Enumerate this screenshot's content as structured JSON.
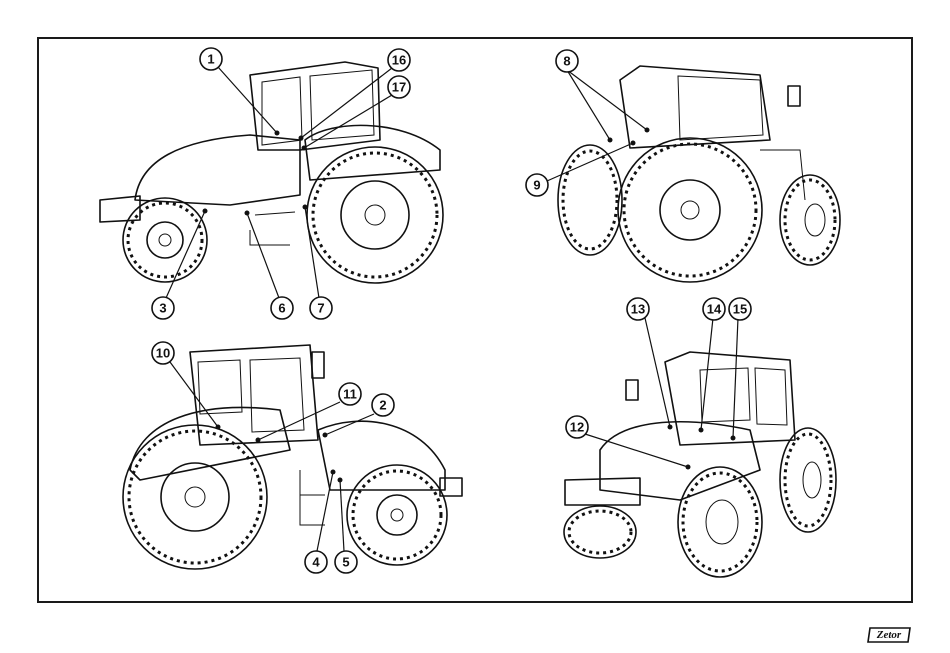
{
  "callouts": {
    "c1": "1",
    "c2": "2",
    "c3": "3",
    "c4": "4",
    "c5": "5",
    "c6": "6",
    "c7": "7",
    "c8": "8",
    "c9": "9",
    "c10": "10",
    "c11": "11",
    "c12": "12",
    "c13": "13",
    "c14": "14",
    "c15": "15",
    "c16": "16",
    "c17": "17"
  },
  "logo": {
    "text": "Zetor"
  }
}
